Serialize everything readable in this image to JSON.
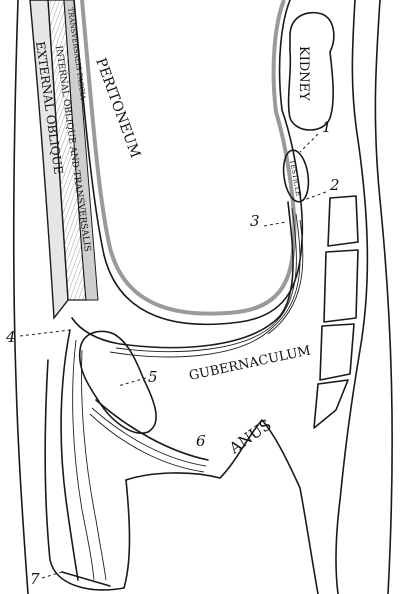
{
  "labels": {
    "kidney": "KIDNEY",
    "testicle": "TESTICLE",
    "peritoneum": "PERITONEUM",
    "external_oblique": "EXTERNAL OBLIQUE",
    "internal_oblique": "INTERNAL OBLIQUE AND TRANSVERSALIS",
    "transversalis_fascia": "TRANSVERSALIS FASCIA",
    "gubernaculum": "GUBERNACULUM",
    "anus": "ANUS"
  },
  "numbers": [
    "1",
    "2",
    "3",
    "4",
    "5",
    "6",
    "7"
  ],
  "colors": {
    "ink": "#1a1a1a",
    "shade": "#cfcfcf",
    "stipple": "#555555"
  }
}
